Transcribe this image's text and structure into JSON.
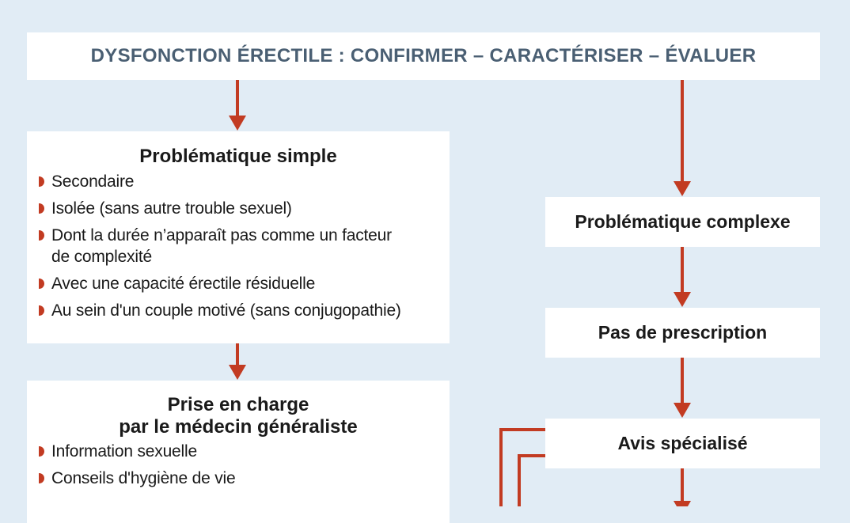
{
  "title": "DYSFONCTION ÉRECTILE : CONFIRMER – CARACTÉRISER – ÉVALUER",
  "simple": {
    "heading": "Problématique simple",
    "items": [
      "Secondaire",
      "Isolée (sans autre trouble sexuel)",
      "Dont la durée n’apparaît pas comme un facteur de complexité",
      "Avec une capacité érectile résiduelle",
      "Au sein d'un couple motivé (sans conjugopathie)"
    ]
  },
  "prise": {
    "heading_line1": "Prise en charge",
    "heading_line2": "par le médecin généraliste",
    "items": [
      "Information sexuelle",
      "Conseils d'hygiène de vie"
    ]
  },
  "complexe": {
    "label": "Problématique complexe"
  },
  "prescription": {
    "label": "Pas de prescription"
  },
  "avis": {
    "label": "Avis spécialisé"
  },
  "colors": {
    "background": "#e1ecf5",
    "box": "#ffffff",
    "arrow": "#c23b22",
    "title_text": "#4a5f73"
  }
}
